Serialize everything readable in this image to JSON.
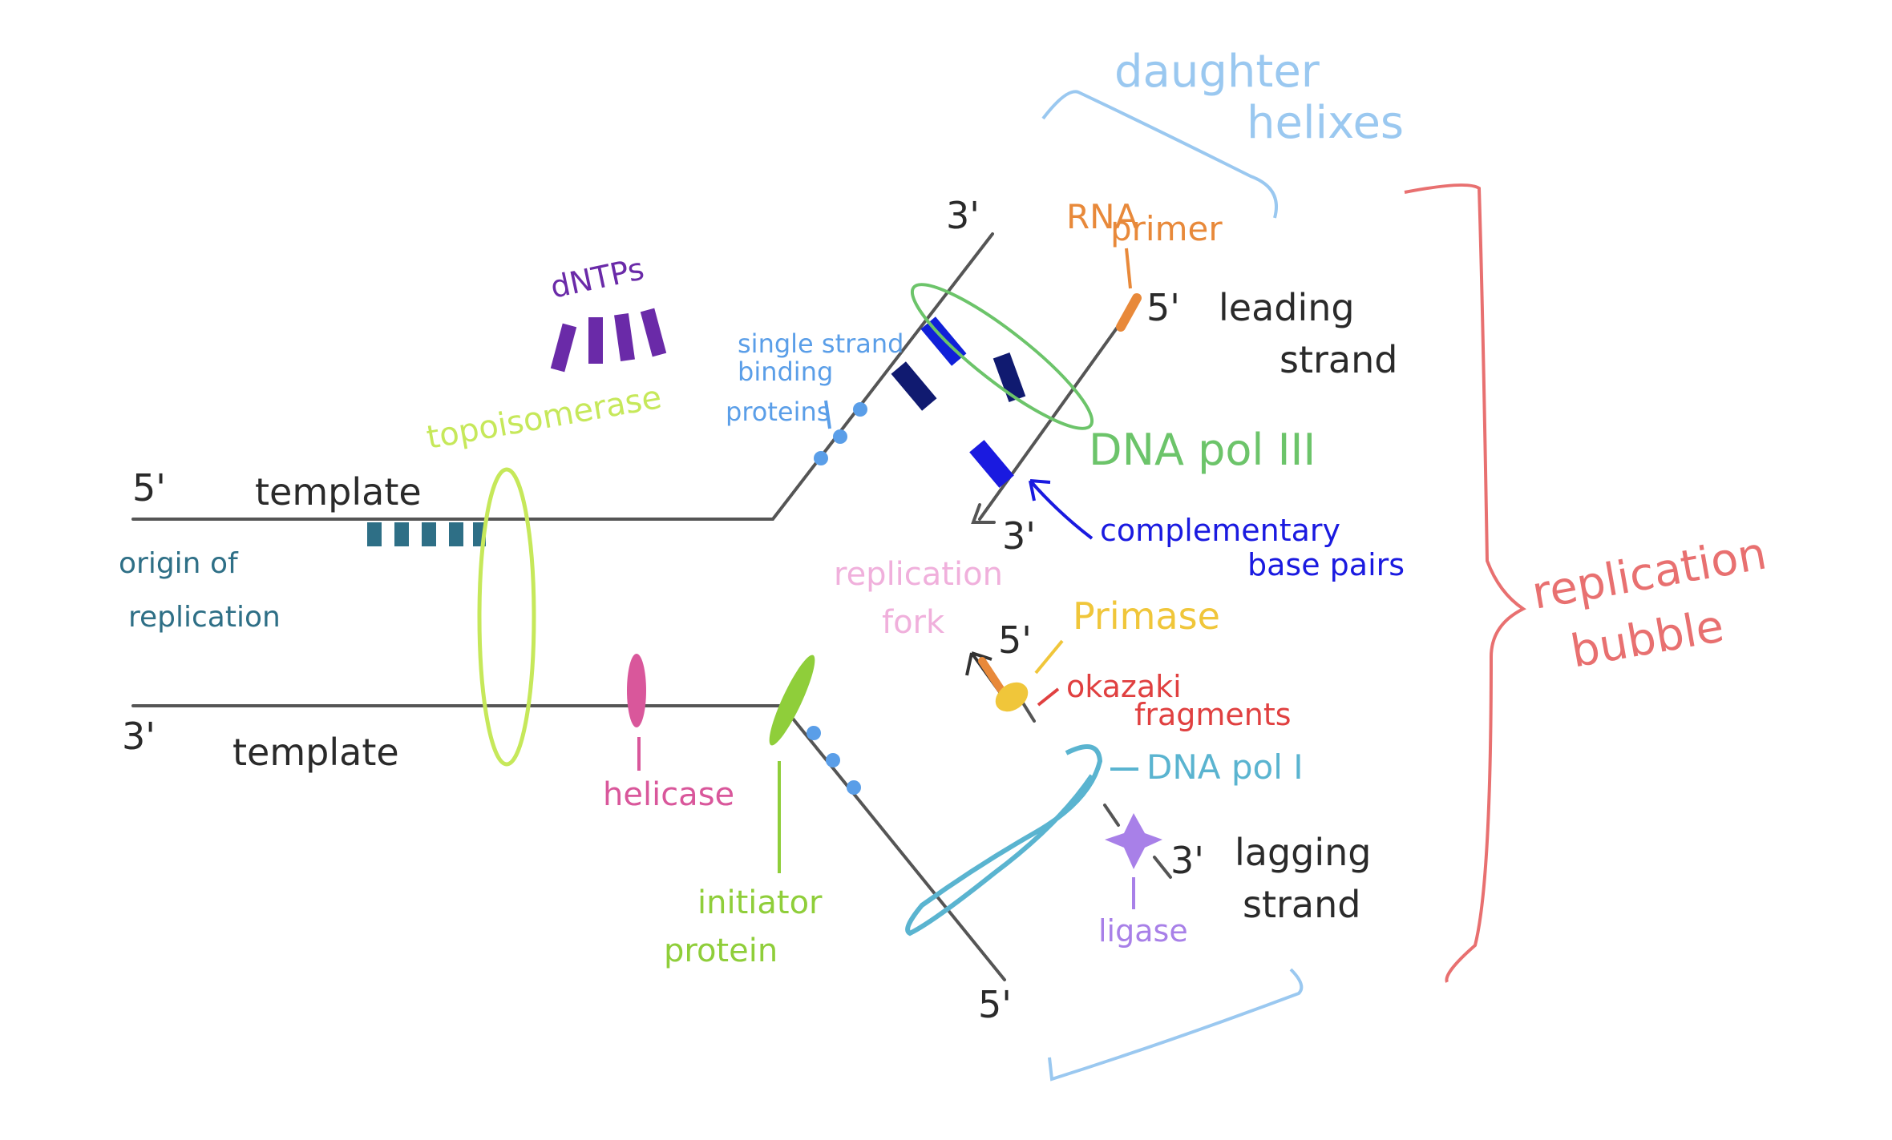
{
  "title": "DNA replication diagram",
  "labels": {
    "top_5prime": "5'",
    "top_template": "template",
    "bottom_3prime": "3'",
    "bottom_template": "template",
    "origin_line1": "origin of",
    "origin_line2": "replication",
    "topoisomerase": "topoisomerase",
    "dntps": "dNTPs",
    "helicase": "helicase",
    "initiator_line1": "initiator",
    "initiator_line2": "protein",
    "ssb_line1": "single strand",
    "ssb_line2": "binding",
    "ssb_line3": "proteins",
    "upper_3prime": "3'",
    "rna_primer_line1": "RNA",
    "rna_primer_line2": "primer",
    "leading_5prime": "5'",
    "leading_line1": "leading",
    "leading_line2": "strand",
    "dna_pol_iii": "DNA pol III",
    "leading_3prime": "3'",
    "complementary_line1": "complementary",
    "complementary_line2": "base pairs",
    "fork_line1": "replication",
    "fork_line2": "fork",
    "primase": "Primase",
    "okazaki_5prime": "5'",
    "okazaki_line1": "okazaki",
    "okazaki_line2": "fragments",
    "dna_pol_i": "DNA pol I",
    "lagging_3prime": "3'",
    "lagging_line1": "lagging",
    "lagging_line2": "strand",
    "ligase": "ligase",
    "lower_5prime": "5'",
    "daughter_line1": "daughter",
    "daughter_line2": "helixes",
    "bubble_line1": "replication",
    "bubble_line2": "bubble"
  },
  "colors": {
    "origin": "#2e6f86",
    "topoisomerase": "#c6e85a",
    "dntps": "#6a2aa8",
    "helicase": "#d9579b",
    "initiator": "#8fce3a",
    "ssb": "#5a9ee8",
    "pol_iii": "#6cc46a",
    "rna_primer": "#e8893a",
    "complementary": "#1a1ae0",
    "navy": "#101a70",
    "fork": "#f0b0dc",
    "primase": "#f0c63a",
    "okazaki": "#e04040",
    "pol_i": "#5ab4d0",
    "ligase": "#a880e8",
    "daughter": "#9ac8f0",
    "bubble": "#e87070"
  }
}
